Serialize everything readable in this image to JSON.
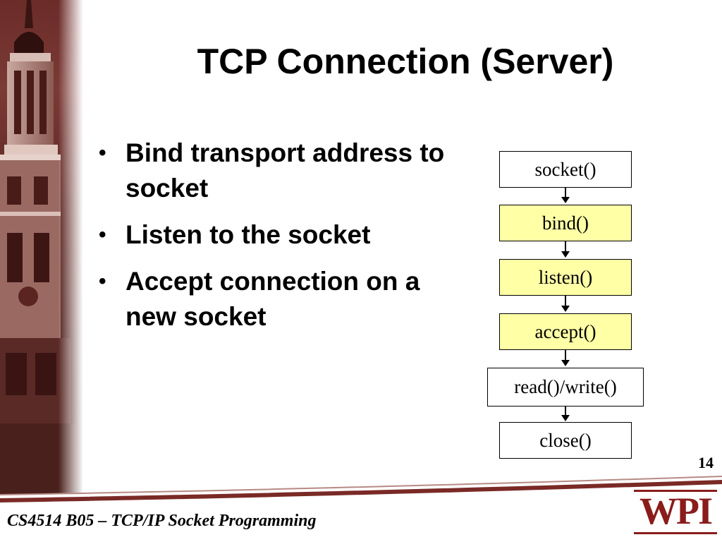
{
  "slide": {
    "title": "TCP Connection (Server)",
    "bullet_symbol": "•",
    "bullets": [
      "Bind transport address to socket",
      "Listen to the socket",
      "Accept connection on a new socket"
    ],
    "flow": {
      "steps": [
        {
          "label": "socket()",
          "highlighted": false
        },
        {
          "label": "bind()",
          "highlighted": true
        },
        {
          "label": "listen()",
          "highlighted": true
        },
        {
          "label": "accept()",
          "highlighted": true
        },
        {
          "label": "read()/write()",
          "highlighted": false
        },
        {
          "label": "close()",
          "highlighted": false
        }
      ],
      "highlight_color": "#ffffa6"
    },
    "page_number": "14",
    "footer": "CS4514 B05 – TCP/IP Socket Programming",
    "logo": {
      "text": "WPI",
      "color": "#8a1c1c"
    },
    "accent_color": "#7a2a26"
  }
}
